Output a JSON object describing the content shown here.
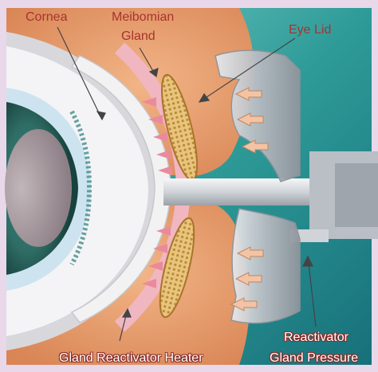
{
  "labels": {
    "cornea": "Cornea",
    "meibomian_line1": "Meibomian",
    "meibomian_line2": "Gland",
    "eye_lid": "Eye Lid",
    "gland_heater": "Gland Reactivator Heater",
    "reactivator_line1": "Reactivator",
    "gland_pressure": "Gland Pressure"
  },
  "colors": {
    "frame_border": "#e9d7ea",
    "background_teal": "#2f9c9a",
    "eyelid_skin": "#e9a06d",
    "label_red": "#a8332f",
    "label_white": "#ffffff",
    "heater_white": "#f2f2f2",
    "device_grey": "#c9ccd0",
    "sclera_white": "#f4f4f4",
    "iris_teal": "#3e8f83",
    "lens_blue": "#c9e2ef"
  }
}
